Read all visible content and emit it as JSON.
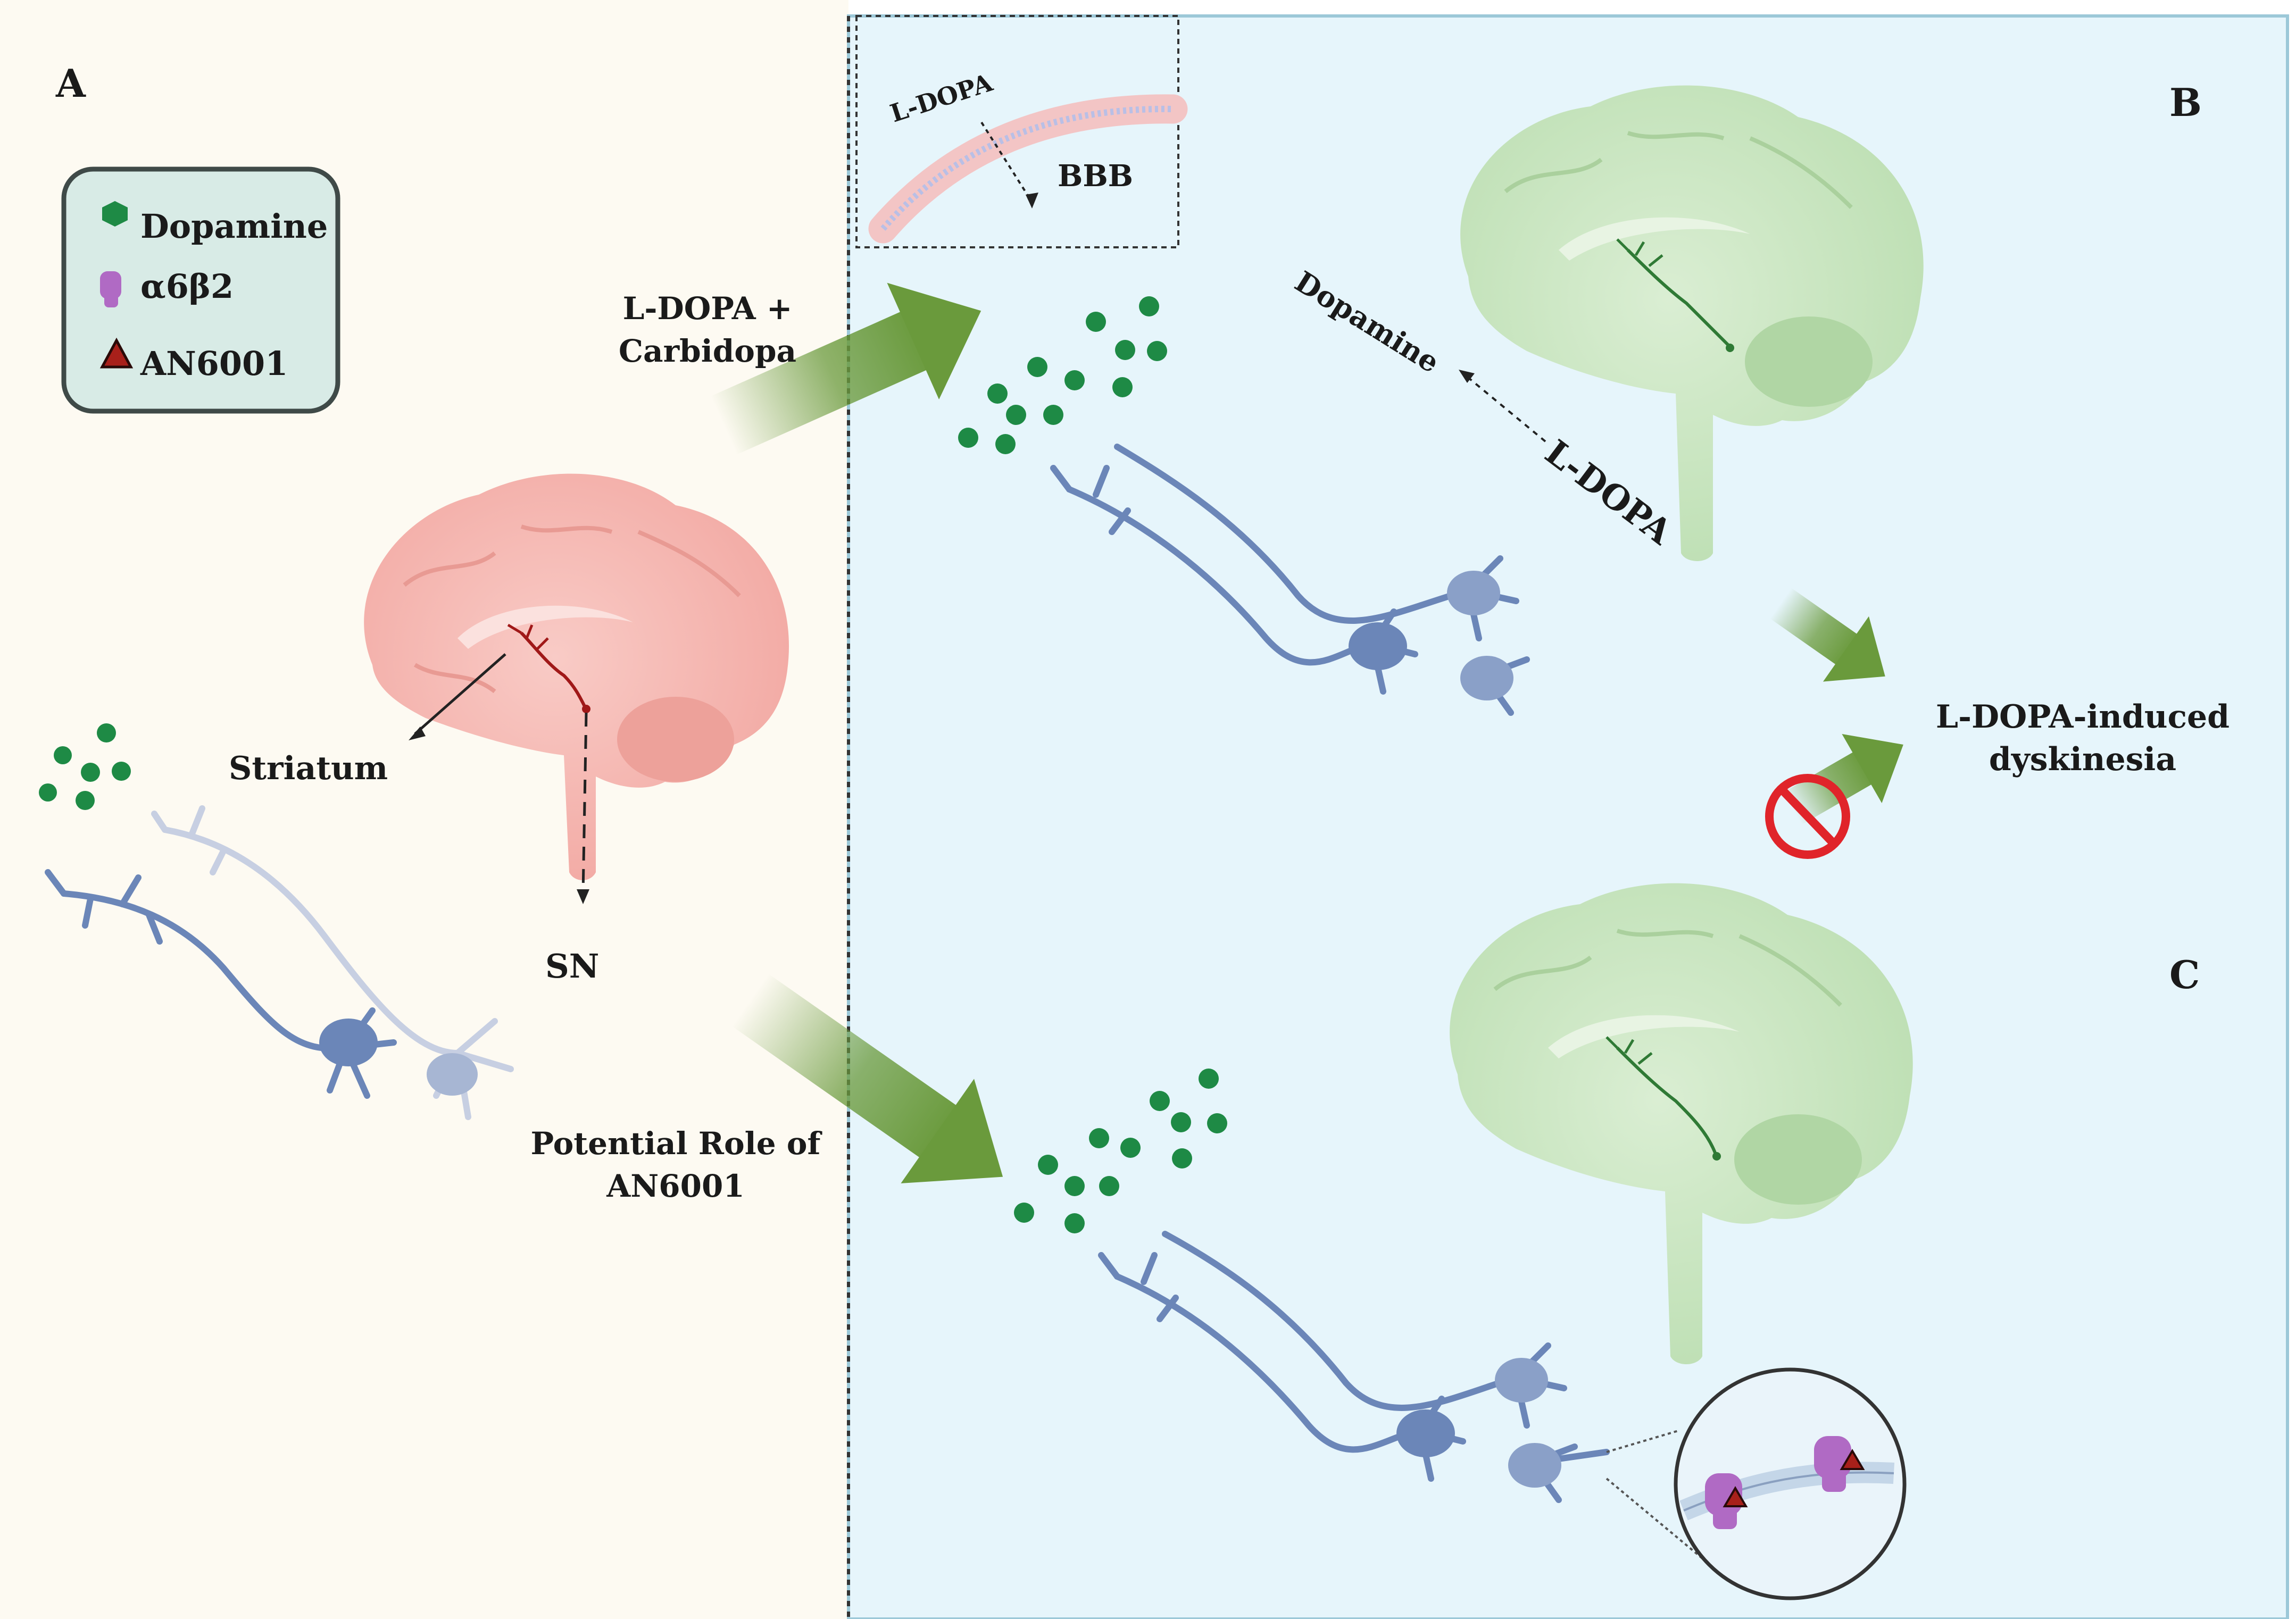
{
  "panels": {
    "a": {
      "letter": "A"
    },
    "b": {
      "letter": "B"
    },
    "c": {
      "letter": "C"
    }
  },
  "legend": {
    "items": [
      {
        "icon": "dopamine-hexagon-icon",
        "label": "Dopamine",
        "color": "#1e8a45"
      },
      {
        "icon": "receptor-icon",
        "label": "α6β2",
        "color": "#b06ac4"
      },
      {
        "icon": "triangle-icon",
        "label": "AN6001",
        "color": "#a8201a"
      }
    ]
  },
  "inset": {
    "drug_label": "L-DOPA",
    "barrier_label": "BBB"
  },
  "arrows": {
    "treatment_line1": "L-DOPA +",
    "treatment_line2": "Carbidopa",
    "potential_line1": "Potential Role of",
    "potential_line2": "AN6001"
  },
  "labels": {
    "striatum": "Striatum",
    "sn": "SN",
    "dopamine_rotated": "Dopamine",
    "ldopa_rotated": "L-DOPA",
    "outcome_line1": "L-DOPA-induced",
    "outcome_line2": "dyskinesia"
  },
  "colors": {
    "left_bg": "#fdfaf2",
    "right_bg": "#e6f5fb",
    "arrow_green": "#6a9a3c",
    "pink_brain": "#f4b7b2",
    "green_brain": "#c9e5c0",
    "neuron_blue": "#6b86b8",
    "prohibit_red": "#e0242a"
  }
}
